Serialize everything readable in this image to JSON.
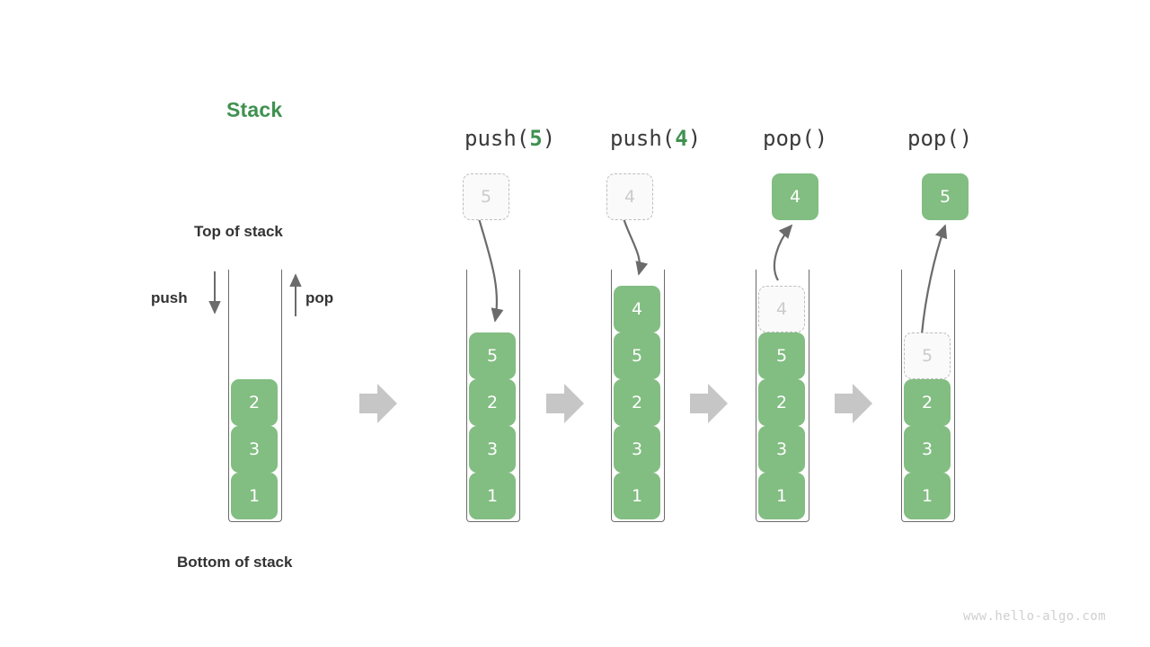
{
  "diagram": {
    "title": "Stack",
    "top_label": "Top of stack",
    "bottom_label": "Bottom of stack",
    "push_label": "push",
    "pop_label": "pop",
    "watermark": "www.hello-algo.com",
    "accent_color": "#3f9150",
    "element_color": "#82bd82",
    "ghost_border_color": "#bdbdbd",
    "flow_arrow_color": "#c6c6c6",
    "motion_arrow_color": "#6b6b6b"
  },
  "chart_data": {
    "type": "diagram",
    "title": "Stack",
    "structure": "stack (LIFO)",
    "initial_stack_bottom_to_top": [
      1,
      3,
      2
    ],
    "steps": [
      {
        "operation": "push(5)",
        "op_name": "push",
        "argument": "5",
        "stack_bottom_to_top": [
          1,
          3,
          2,
          5
        ],
        "incoming_element": "5",
        "direction": "in"
      },
      {
        "operation": "push(4)",
        "op_name": "push",
        "argument": "4",
        "stack_bottom_to_top": [
          1,
          3,
          2,
          5,
          4
        ],
        "incoming_element": "4",
        "direction": "in"
      },
      {
        "operation": "pop()",
        "op_name": "pop",
        "argument": "",
        "stack_bottom_to_top": [
          1,
          3,
          2,
          5
        ],
        "removed_element": "4",
        "direction": "out"
      },
      {
        "operation": "pop()",
        "op_name": "pop",
        "argument": "",
        "stack_bottom_to_top": [
          1,
          3,
          2
        ],
        "removed_element": "5",
        "direction": "out"
      }
    ]
  },
  "columns": {
    "base": {
      "cells": [
        {
          "value": "2",
          "kind": "solid"
        },
        {
          "value": "3",
          "kind": "solid"
        },
        {
          "value": "1",
          "kind": "solid"
        }
      ]
    },
    "step1": {
      "op_prefix": "push(",
      "op_arg": "5",
      "op_suffix": ")",
      "floating": {
        "value": "5",
        "kind": "ghost"
      },
      "cells": [
        {
          "value": "5",
          "kind": "solid"
        },
        {
          "value": "2",
          "kind": "solid"
        },
        {
          "value": "3",
          "kind": "solid"
        },
        {
          "value": "1",
          "kind": "solid"
        }
      ]
    },
    "step2": {
      "op_prefix": "push(",
      "op_arg": "4",
      "op_suffix": ")",
      "floating": {
        "value": "4",
        "kind": "ghost"
      },
      "cells": [
        {
          "value": "4",
          "kind": "solid"
        },
        {
          "value": "5",
          "kind": "solid"
        },
        {
          "value": "2",
          "kind": "solid"
        },
        {
          "value": "3",
          "kind": "solid"
        },
        {
          "value": "1",
          "kind": "solid"
        }
      ]
    },
    "step3": {
      "op_prefix": "pop(",
      "op_arg": "",
      "op_suffix": ")",
      "floating": {
        "value": "4",
        "kind": "solid"
      },
      "cells": [
        {
          "value": "4",
          "kind": "ghost"
        },
        {
          "value": "5",
          "kind": "solid"
        },
        {
          "value": "2",
          "kind": "solid"
        },
        {
          "value": "3",
          "kind": "solid"
        },
        {
          "value": "1",
          "kind": "solid"
        }
      ]
    },
    "step4": {
      "op_prefix": "pop(",
      "op_arg": "",
      "op_suffix": ")",
      "floating": {
        "value": "5",
        "kind": "solid"
      },
      "cells": [
        {
          "value": "5",
          "kind": "ghost"
        },
        {
          "value": "2",
          "kind": "solid"
        },
        {
          "value": "3",
          "kind": "solid"
        },
        {
          "value": "1",
          "kind": "solid"
        }
      ]
    }
  }
}
